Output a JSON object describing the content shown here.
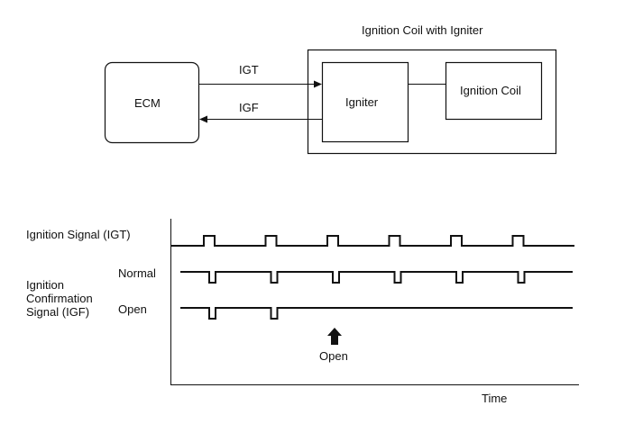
{
  "block_diagram": {
    "outer_box_title": "Ignition Coil with Igniter",
    "ecm_label": "ECM",
    "igniter_label": "Igniter",
    "coil_label": "Ignition Coil",
    "igt_label": "IGT",
    "igf_label": "IGF"
  },
  "timing_chart": {
    "igt_signal_label": "Ignition Signal (IGT)",
    "igf_signal_label": "Ignition\nConfirmation\nSignal (IGF)",
    "normal_label": "Normal",
    "open_label": "Open",
    "open_marker_label": "Open",
    "time_axis_label": "Time",
    "igt_pulse_count": 6,
    "igf_normal_pulse_count": 6,
    "igf_open_pulse_count": 2
  }
}
